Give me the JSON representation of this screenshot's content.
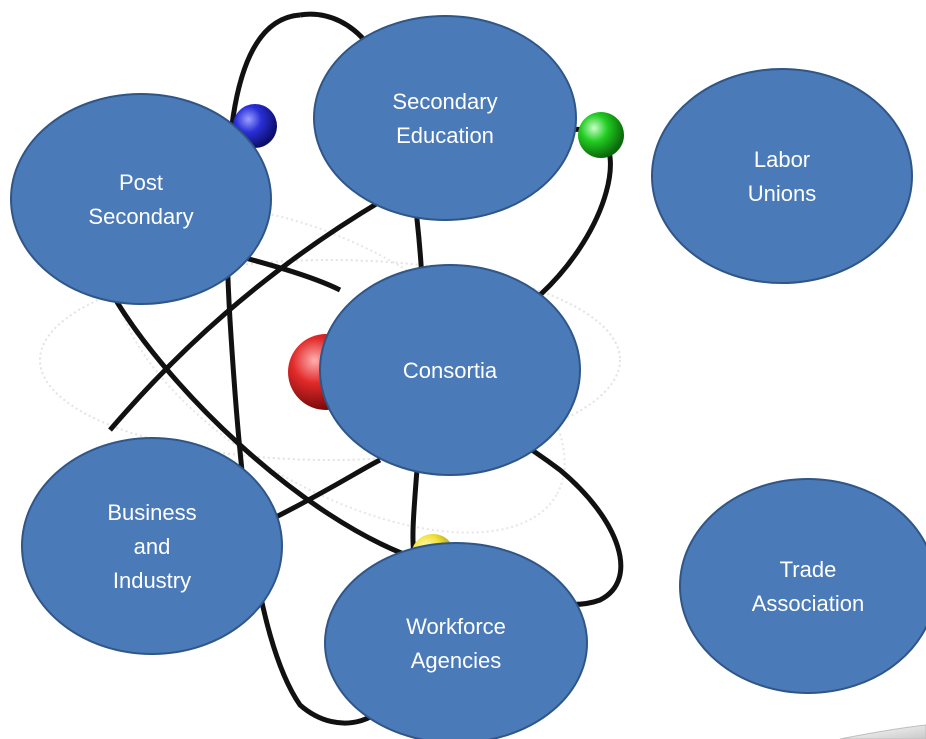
{
  "colors": {
    "node_fill": "#4a7ab8",
    "node_stroke": "#2f5687",
    "node_text": "#ffffff",
    "orbit": "#111111",
    "electron_blue": "#2a2fd8",
    "electron_green": "#22cc22",
    "electron_yellow": "#f2e23a",
    "nucleus_red": "#e22a2a"
  },
  "icons": [
    "atom-icon"
  ],
  "nodes": [
    {
      "id": "secondary-education",
      "lines": [
        "Secondary",
        "Education"
      ]
    },
    {
      "id": "post-secondary",
      "lines": [
        "Post",
        "Secondary"
      ]
    },
    {
      "id": "labor-unions",
      "lines": [
        "Labor",
        "Unions"
      ]
    },
    {
      "id": "consortia",
      "lines": [
        "Consortia"
      ]
    },
    {
      "id": "business-and-industry",
      "lines": [
        "Business",
        "and",
        "Industry"
      ]
    },
    {
      "id": "workforce-agencies",
      "lines": [
        "Workforce",
        "Agencies"
      ]
    },
    {
      "id": "trade-association",
      "lines": [
        "Trade",
        "Association"
      ]
    }
  ]
}
